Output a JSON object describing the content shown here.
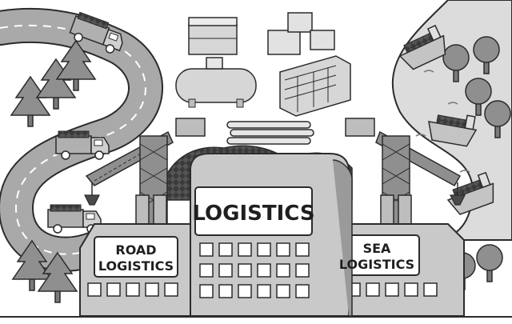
{
  "signs": {
    "main": "LOGISTICS",
    "road_line1": "ROAD",
    "road_line2": "LOGISTICS",
    "sea_line1": "SEA",
    "sea_line2": "LOGISTICS"
  },
  "palette": {
    "outline": "#2b2b2b",
    "building": "#c9c9c9",
    "building_dark": "#9a9a9a",
    "road": "#a9a9a9",
    "water": "#dcdcdc",
    "tree": "#8a8a8a",
    "cargo": "#4a4a4a",
    "background": "#ffffff"
  },
  "icons": {
    "trucks": "truck-icon",
    "ships": "cargo-ship-icon",
    "cranes": "crane-icon",
    "trees": "tree-icon",
    "tank": "tank-icon",
    "warehouse": "warehouse-icon"
  }
}
